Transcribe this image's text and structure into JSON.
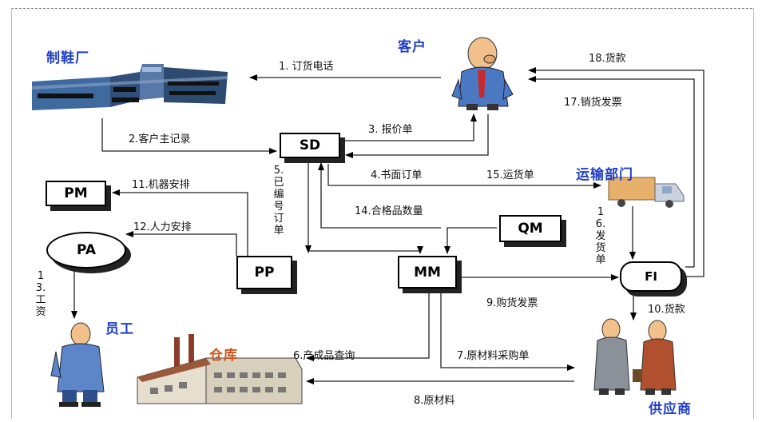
{
  "entities": {
    "factory": "制鞋厂",
    "customer": "客户",
    "transport": "运输部门",
    "employee": "员工",
    "warehouse": "仓库",
    "supplier": "供应商"
  },
  "modules": {
    "sd": "SD",
    "pm": "PM",
    "pa": "PA",
    "pp": "PP",
    "mm": "MM",
    "qm": "QM",
    "fi": "FI"
  },
  "flows": [
    {
      "id": "f1",
      "text": "1. 订货电话"
    },
    {
      "id": "f2",
      "text": "2.客户主记录"
    },
    {
      "id": "f3",
      "text": "3. 报价单"
    },
    {
      "id": "f4",
      "text": "4.书面订单"
    },
    {
      "id": "f5",
      "text": "5.已编号订单"
    },
    {
      "id": "f6",
      "text": "6.产成品查询"
    },
    {
      "id": "f7",
      "text": "7.原材料采购单"
    },
    {
      "id": "f8",
      "text": "8.原材料"
    },
    {
      "id": "f9",
      "text": "9.购货发票"
    },
    {
      "id": "f10",
      "text": "10.货款"
    },
    {
      "id": "f11",
      "text": "11.机器安排"
    },
    {
      "id": "f12",
      "text": "12.人力安排"
    },
    {
      "id": "f13",
      "text": "13.工资"
    },
    {
      "id": "f14",
      "text": "14.合格品数量"
    },
    {
      "id": "f15",
      "text": "15.运货单"
    },
    {
      "id": "f16",
      "text": "16.发货单"
    },
    {
      "id": "f17",
      "text": "17.销货发票"
    },
    {
      "id": "f18",
      "text": "18.货款"
    }
  ]
}
